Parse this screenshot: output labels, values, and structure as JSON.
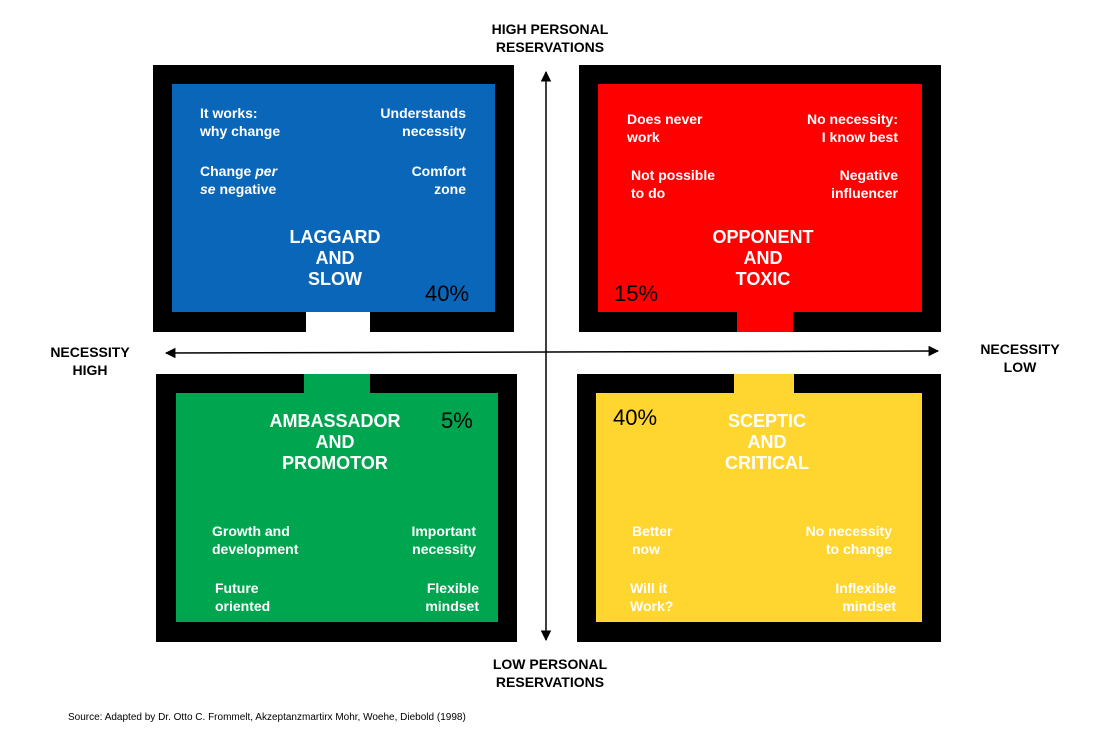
{
  "axes": {
    "top": "HIGH PERSONAL\nRESERVATIONS",
    "bottom": "LOW PERSONAL\nRESERVATIONS",
    "left": "NECESSITY\nHIGH",
    "right": "NECESSITY\nLOW"
  },
  "quadrants": {
    "laggard": {
      "color": "#0a66b9",
      "title": "LAGGARD\nAND\nSLOW",
      "percent": "40%",
      "items": [
        "It works:\nwhy change",
        "Understands\nnecessity",
        "Change per se negative",
        "Comfort\nzone"
      ]
    },
    "opponent": {
      "color": "#ff0000",
      "title": "OPPONENT\nAND\nTOXIC",
      "percent": "15%",
      "items": [
        "Does never\nwork",
        "No necessity:\nI know best",
        "Not possible\nto do",
        "Negative\ninfluencer"
      ]
    },
    "ambassador": {
      "color": "#00a64f",
      "title": "AMBASSADOR\nAND\nPROMOTOR",
      "percent": "5%",
      "items": [
        "Growth and\ndevelopment",
        "Important\nnecessity",
        "Future\noriented",
        "Flexible\nmindset"
      ]
    },
    "sceptic": {
      "color": "#ffd530",
      "title": "SCEPTIC\nAND\nCRITICAL",
      "percent": "40%",
      "items": [
        "Better\nnow",
        "No necessity\nto change",
        "Will it\nWork?",
        "Inflexible\nmindset"
      ]
    }
  },
  "laggard_item3_parts": {
    "a": "Change ",
    "b": "per",
    "c": "se",
    "d": " negative"
  },
  "source": "Source: Adapted by Dr. Otto C. Frommelt, Akzeptanzmartirx Mohr, Woehe, Diebold (1998)"
}
